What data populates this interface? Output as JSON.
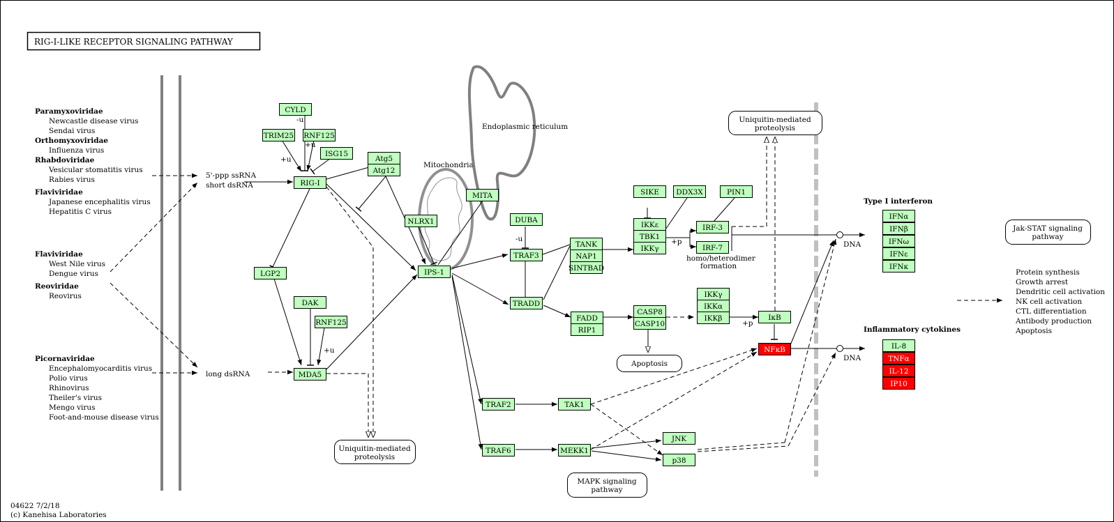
{
  "title": "RIG-I-LIKE RECEPTOR SIGNALING PATHWAY",
  "footer": {
    "id_date": "04622 7/2/18",
    "copyright": "(c) Kanehisa Laboratories"
  },
  "colors": {
    "normal": "#bfffbf",
    "highlight": "#ff0000",
    "membrane": "#808080",
    "cell_edge": "#c0c0c0"
  },
  "compartments": {
    "mitochondria": "Mitochondria",
    "er": "Endoplasmic reticulum"
  },
  "virus_groups": [
    {
      "family": "Paramyxoviridae",
      "viruses": [
        "Newcastle disease virus",
        "Sendai virus"
      ]
    },
    {
      "family": "Orthomyxoviridae",
      "viruses": [
        "Influenza virus"
      ]
    },
    {
      "family": "Rhabdoviridae",
      "viruses": [
        "Vesicular stomatitis virus",
        "Rabies virus"
      ]
    },
    {
      "family": "Flaviviridae",
      "viruses": [
        "Japanese encephalitis virus",
        "Hepatitis C virus"
      ]
    },
    {
      "family": "Flaviviridae",
      "viruses": [
        "West Nile virus",
        "Dengue virus"
      ]
    },
    {
      "family": "Reoviridae",
      "viruses": [
        "Reovirus"
      ]
    },
    {
      "family": "Picornaviridae",
      "viruses": [
        "Encephalomyocarditis virus",
        "Polio virus",
        "Rhinovirus",
        "Theiler's virus",
        "Mengo virus",
        "Foot-and-mouse disease virus"
      ]
    }
  ],
  "ligands": {
    "rna1": "5'-ppp ssRNA",
    "rna2": "short dsRNA",
    "rna3": "long dsRNA"
  },
  "nodes": [
    {
      "id": "cyld",
      "label": "CYLD",
      "state": "normal"
    },
    {
      "id": "trim25",
      "label": "TRIM25",
      "state": "normal"
    },
    {
      "id": "rnf125a",
      "label": "RNF125",
      "state": "normal"
    },
    {
      "id": "isg15",
      "label": "ISG15",
      "state": "normal"
    },
    {
      "id": "rigi",
      "label": "RIG-I",
      "state": "normal"
    },
    {
      "id": "atg5",
      "label": "Atg5",
      "state": "normal"
    },
    {
      "id": "atg12",
      "label": "Atg12",
      "state": "normal"
    },
    {
      "id": "lgp2",
      "label": "LGP2",
      "state": "normal"
    },
    {
      "id": "dak",
      "label": "DAK",
      "state": "normal"
    },
    {
      "id": "rnf125b",
      "label": "RNF125",
      "state": "normal"
    },
    {
      "id": "mda5",
      "label": "MDA5",
      "state": "normal"
    },
    {
      "id": "mita",
      "label": "MITA",
      "state": "normal"
    },
    {
      "id": "nlrx1",
      "label": "NLRX1",
      "state": "normal"
    },
    {
      "id": "ips1",
      "label": "IPS-1",
      "state": "normal"
    },
    {
      "id": "duba",
      "label": "DUBA",
      "state": "normal"
    },
    {
      "id": "traf3",
      "label": "TRAF3",
      "state": "normal"
    },
    {
      "id": "tradd",
      "label": "TRADD",
      "state": "normal"
    },
    {
      "id": "tank",
      "label": "TANK",
      "state": "normal"
    },
    {
      "id": "nap1",
      "label": "NAP1",
      "state": "normal"
    },
    {
      "id": "sintbad",
      "label": "SINTBAD",
      "state": "normal"
    },
    {
      "id": "sike",
      "label": "SIKE",
      "state": "normal"
    },
    {
      "id": "ddx3x",
      "label": "DDX3X",
      "state": "normal"
    },
    {
      "id": "pin1",
      "label": "PIN1",
      "state": "normal"
    },
    {
      "id": "ikke",
      "label": "IKKε",
      "state": "normal"
    },
    {
      "id": "tbk1",
      "label": "TBK1",
      "state": "normal"
    },
    {
      "id": "ikkg1",
      "label": "IKKγ",
      "state": "normal"
    },
    {
      "id": "irf3",
      "label": "IRF-3",
      "state": "normal"
    },
    {
      "id": "irf7",
      "label": "IRF-7",
      "state": "normal"
    },
    {
      "id": "fadd",
      "label": "FADD",
      "state": "normal"
    },
    {
      "id": "rip1",
      "label": "RIP1",
      "state": "normal"
    },
    {
      "id": "casp8",
      "label": "CASP8",
      "state": "normal"
    },
    {
      "id": "casp10",
      "label": "CASP10",
      "state": "normal"
    },
    {
      "id": "ikkg2",
      "label": "IKKγ",
      "state": "normal"
    },
    {
      "id": "ikka",
      "label": "IKKα",
      "state": "normal"
    },
    {
      "id": "ikkb",
      "label": "IKKβ",
      "state": "normal"
    },
    {
      "id": "ikb",
      "label": "IκB",
      "state": "normal"
    },
    {
      "id": "nfkb",
      "label": "NFκB",
      "state": "highlight"
    },
    {
      "id": "traf2",
      "label": "TRAF2",
      "state": "normal"
    },
    {
      "id": "tak1",
      "label": "TAK1",
      "state": "normal"
    },
    {
      "id": "traf6",
      "label": "TRAF6",
      "state": "normal"
    },
    {
      "id": "mekk1",
      "label": "MEKK1",
      "state": "normal"
    },
    {
      "id": "jnk",
      "label": "JNK",
      "state": "normal"
    },
    {
      "id": "p38",
      "label": "p38",
      "state": "normal"
    },
    {
      "id": "ifna",
      "label": "IFNα",
      "state": "normal"
    },
    {
      "id": "ifnb",
      "label": "IFNβ",
      "state": "normal"
    },
    {
      "id": "ifnw",
      "label": "IFNω",
      "state": "normal"
    },
    {
      "id": "ifne",
      "label": "IFNε",
      "state": "normal"
    },
    {
      "id": "ifnk",
      "label": "IFNκ",
      "state": "normal"
    },
    {
      "id": "il8",
      "label": "IL-8",
      "state": "normal"
    },
    {
      "id": "tnfa",
      "label": "TNFα",
      "state": "highlight"
    },
    {
      "id": "il12",
      "label": "IL-12",
      "state": "highlight"
    },
    {
      "id": "ip10",
      "label": "IP10",
      "state": "highlight"
    }
  ],
  "boxes": {
    "ubq_top": [
      "Uniquitin-mediated",
      "proteolysis"
    ],
    "ubq_bottom": [
      "Uniquitin-mediated",
      "proteolysis"
    ],
    "apoptosis": "Apoptosis",
    "mapk": [
      "MAPK signaling",
      "pathway"
    ],
    "jakstat": [
      "Jak-STAT signaling",
      "pathway"
    ]
  },
  "labels": {
    "dna1": "DNA",
    "dna2": "DNA",
    "type1_ifn": "Type I interferon",
    "inflam": "Inflammatory cytokines",
    "homo_hetero": [
      "homo/heterodimer",
      "formation"
    ],
    "plus_u": "+u",
    "minus_u": "-u",
    "plus_p": "+p"
  },
  "outcomes": [
    "Protein synthesis",
    "Growth arrest",
    "Dendritic cell activation",
    "NK cell activation",
    "CTL differentiation",
    "Antibody production",
    "Apoptosis"
  ]
}
